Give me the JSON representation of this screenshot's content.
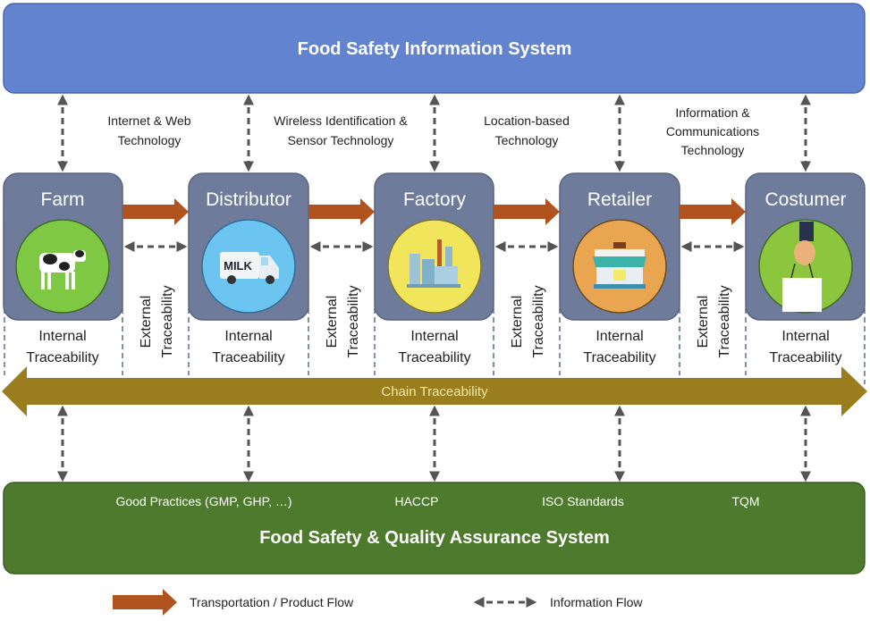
{
  "top_system": {
    "title": "Food Safety Information System"
  },
  "technologies": [
    {
      "lines": [
        "Internet & Web",
        "Technology"
      ]
    },
    {
      "lines": [
        "Wireless Identification &",
        "Sensor Technology"
      ]
    },
    {
      "lines": [
        "Location-based",
        "Technology"
      ]
    },
    {
      "lines": [
        "Information &",
        "Communications",
        "Technology"
      ]
    }
  ],
  "stages": [
    {
      "label": "Farm",
      "icon": "cow-icon"
    },
    {
      "label": "Distributor",
      "icon": "milk-truck-icon",
      "icon_text": "MILK"
    },
    {
      "label": "Factory",
      "icon": "factory-icon"
    },
    {
      "label": "Retailer",
      "icon": "store-icon"
    },
    {
      "label": "Costumer",
      "icon": "shopping-bag-icon"
    }
  ],
  "internal_traceability": [
    "Internal",
    "Traceability"
  ],
  "external_traceability": [
    "External",
    "Traceability"
  ],
  "chain_traceability": "Chain Traceability",
  "bottom_system": {
    "title": "Food Safety & Quality Assurance System",
    "items": [
      "Good Practices (GMP, GHP, …)",
      "HACCP",
      "ISO Standards",
      "TQM"
    ]
  },
  "legend": {
    "product_flow": "Transportation / Product Flow",
    "information_flow": "Information Flow"
  },
  "colors": {
    "top": "#6283cf",
    "stage": "#6f7b9b",
    "product_arrow": "#b0531e",
    "chain": "#9a7d1d",
    "bottom": "#4e7a2d"
  }
}
